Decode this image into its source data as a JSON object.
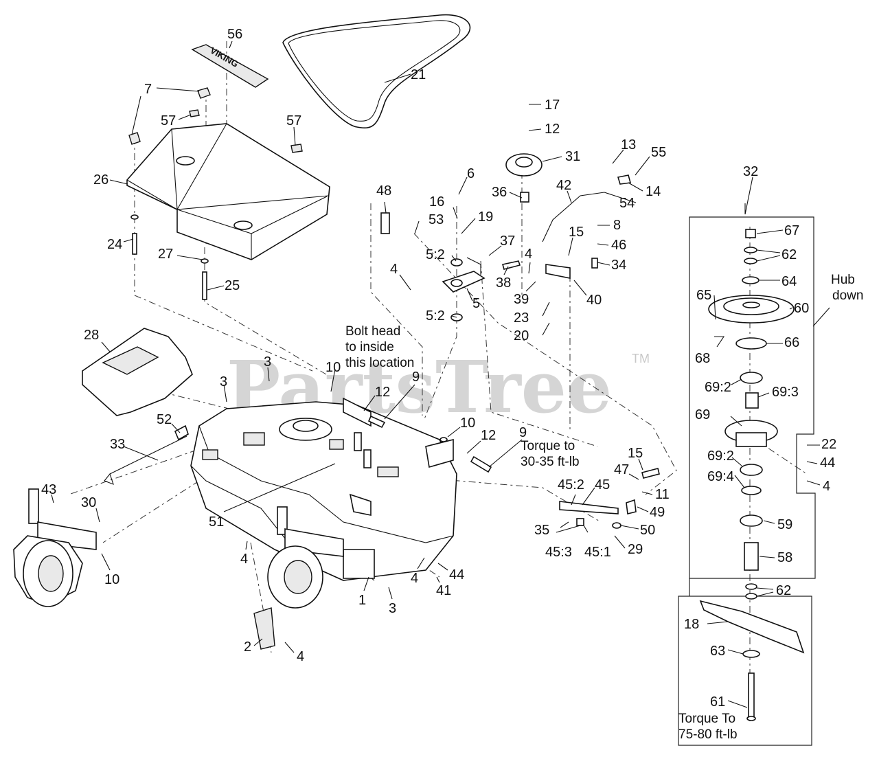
{
  "watermark": {
    "text": "PartsTree",
    "trademark": "TM"
  },
  "logos": {
    "cover_logo": "VIKING"
  },
  "callouts": [
    {
      "id": "c56",
      "text": "56"
    },
    {
      "id": "c21",
      "text": "21"
    },
    {
      "id": "c7",
      "text": "7"
    },
    {
      "id": "c57a",
      "text": "57"
    },
    {
      "id": "c57b",
      "text": "57"
    },
    {
      "id": "c26",
      "text": "26"
    },
    {
      "id": "c24",
      "text": "24"
    },
    {
      "id": "c27",
      "text": "27"
    },
    {
      "id": "c25",
      "text": "25"
    },
    {
      "id": "c28",
      "text": "28"
    },
    {
      "id": "c3a",
      "text": "3"
    },
    {
      "id": "c3b",
      "text": "3"
    },
    {
      "id": "c10a",
      "text": "10"
    },
    {
      "id": "c12a",
      "text": "12"
    },
    {
      "id": "c9a",
      "text": "9"
    },
    {
      "id": "c52",
      "text": "52"
    },
    {
      "id": "c33",
      "text": "33"
    },
    {
      "id": "c43",
      "text": "43"
    },
    {
      "id": "c30",
      "text": "30"
    },
    {
      "id": "c51",
      "text": "51"
    },
    {
      "id": "c10b",
      "text": "10"
    },
    {
      "id": "c4a",
      "text": "4"
    },
    {
      "id": "c1",
      "text": "1"
    },
    {
      "id": "c2",
      "text": "2"
    },
    {
      "id": "c4b",
      "text": "4"
    },
    {
      "id": "c3c",
      "text": "3"
    },
    {
      "id": "c4c",
      "text": "4"
    },
    {
      "id": "c44a",
      "text": "44"
    },
    {
      "id": "c41",
      "text": "41"
    },
    {
      "id": "c10c",
      "text": "10"
    },
    {
      "id": "c12b",
      "text": "12"
    },
    {
      "id": "c9b",
      "text": "9"
    },
    {
      "id": "c48",
      "text": "48"
    },
    {
      "id": "c6",
      "text": "6"
    },
    {
      "id": "c16",
      "text": "16"
    },
    {
      "id": "c19",
      "text": "19"
    },
    {
      "id": "c53",
      "text": "53"
    },
    {
      "id": "c52b",
      "text": "5:2"
    },
    {
      "id": "c4d",
      "text": "4"
    },
    {
      "id": "c5",
      "text": "5"
    },
    {
      "id": "c52c",
      "text": "5:2"
    },
    {
      "id": "c17",
      "text": "17"
    },
    {
      "id": "c12c",
      "text": "12"
    },
    {
      "id": "c31",
      "text": "31"
    },
    {
      "id": "c36",
      "text": "36"
    },
    {
      "id": "c37",
      "text": "37"
    },
    {
      "id": "c38",
      "text": "38"
    },
    {
      "id": "c4e",
      "text": "4"
    },
    {
      "id": "c39",
      "text": "39"
    },
    {
      "id": "c23",
      "text": "23"
    },
    {
      "id": "c20",
      "text": "20"
    },
    {
      "id": "c42",
      "text": "42"
    },
    {
      "id": "c13",
      "text": "13"
    },
    {
      "id": "c55",
      "text": "55"
    },
    {
      "id": "c14",
      "text": "14"
    },
    {
      "id": "c54",
      "text": "54"
    },
    {
      "id": "c15a",
      "text": "15"
    },
    {
      "id": "c8",
      "text": "8"
    },
    {
      "id": "c46",
      "text": "46"
    },
    {
      "id": "c34",
      "text": "34"
    },
    {
      "id": "c40",
      "text": "40"
    },
    {
      "id": "c15b",
      "text": "15"
    },
    {
      "id": "c47",
      "text": "47"
    },
    {
      "id": "c11",
      "text": "11"
    },
    {
      "id": "c45",
      "text": "45"
    },
    {
      "id": "c452",
      "text": "45:2"
    },
    {
      "id": "c49",
      "text": "49"
    },
    {
      "id": "c35",
      "text": "35"
    },
    {
      "id": "c50",
      "text": "50"
    },
    {
      "id": "c453",
      "text": "45:3"
    },
    {
      "id": "c451",
      "text": "45:1"
    },
    {
      "id": "c29",
      "text": "29"
    },
    {
      "id": "c32",
      "text": "32"
    },
    {
      "id": "c67",
      "text": "67"
    },
    {
      "id": "c62a",
      "text": "62"
    },
    {
      "id": "c64",
      "text": "64"
    },
    {
      "id": "c65",
      "text": "65"
    },
    {
      "id": "c60",
      "text": "60"
    },
    {
      "id": "c68",
      "text": "68"
    },
    {
      "id": "c66",
      "text": "66"
    },
    {
      "id": "c692a",
      "text": "69:2"
    },
    {
      "id": "c693",
      "text": "69:3"
    },
    {
      "id": "c69",
      "text": "69"
    },
    {
      "id": "c22",
      "text": "22"
    },
    {
      "id": "c44b",
      "text": "44"
    },
    {
      "id": "c692b",
      "text": "69:2"
    },
    {
      "id": "c4f",
      "text": "4"
    },
    {
      "id": "c694",
      "text": "69:4"
    },
    {
      "id": "c59",
      "text": "59"
    },
    {
      "id": "c58",
      "text": "58"
    },
    {
      "id": "c62b",
      "text": "62"
    },
    {
      "id": "c18",
      "text": "18"
    },
    {
      "id": "c63",
      "text": "63"
    },
    {
      "id": "c61",
      "text": "61"
    }
  ],
  "notes": {
    "bolt_head": [
      "Bolt head",
      "to inside",
      "this location"
    ],
    "torque_idler": [
      "Torque to",
      "30-35 ft-lb"
    ],
    "torque_spindle": [
      "Torque To",
      "75-80 ft-lb"
    ],
    "hub_down": [
      "Hub",
      "down"
    ]
  }
}
